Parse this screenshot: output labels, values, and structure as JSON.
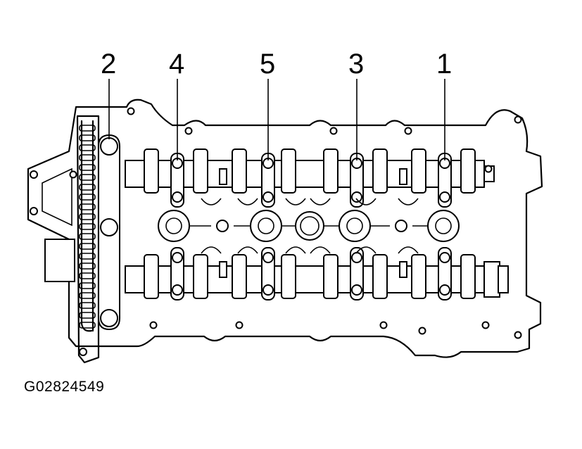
{
  "figure_code": "G02824549",
  "callouts": [
    "2",
    "4",
    "5",
    "3",
    "1"
  ]
}
